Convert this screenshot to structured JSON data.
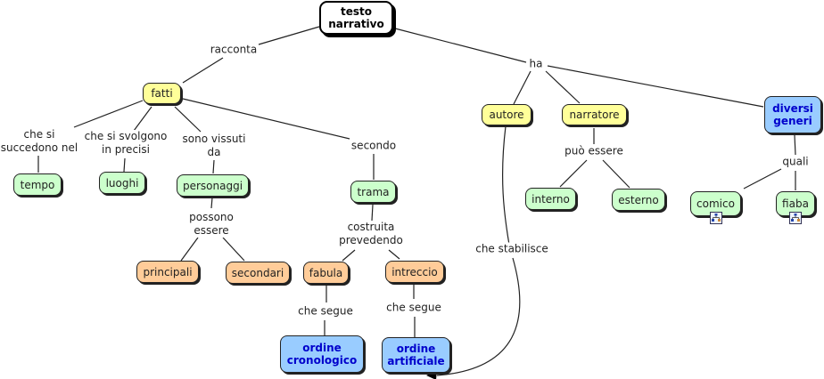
{
  "nodes": {
    "root": "testo\nnarrativo",
    "fatti": "fatti",
    "tempo": "tempo",
    "luoghi": "luoghi",
    "personaggi": "personaggi",
    "principali": "principali",
    "secondari": "secondari",
    "trama": "trama",
    "fabula": "fabula",
    "intreccio": "intreccio",
    "ordine_cronologico": "ordine\ncronologico",
    "ordine_artificiale": "ordine\nartificiale",
    "autore": "autore",
    "narratore": "narratore",
    "interno": "interno",
    "esterno": "esterno",
    "diversi_generi": "diversi\ngeneri",
    "comico": "comico",
    "fiaba": "fiaba"
  },
  "links": {
    "racconta": "racconta",
    "ha": "ha",
    "che_si_succedono": "che si\nsuccedono nel",
    "che_si_svolgono": "che si svolgono\nin precisi",
    "sono_vissuti": "sono vissuti\nda",
    "secondo": "secondo",
    "possono_essere": "possono\nessere",
    "costruita": "costruita\nprevedendo",
    "che_segue_1": "che segue",
    "che_segue_2": "che segue",
    "puo_essere": "può essere",
    "quali": "quali",
    "che_stabilisce": "che stabilisce"
  },
  "icons": {
    "comico_submap": "concept-map-link-icon",
    "fiaba_submap": "concept-map-link-icon"
  },
  "colors": {
    "yellow": "#ffff99",
    "green": "#ccffcc",
    "orange": "#ffcc99",
    "blue": "#99ccff",
    "blue_text": "#0000cc"
  }
}
